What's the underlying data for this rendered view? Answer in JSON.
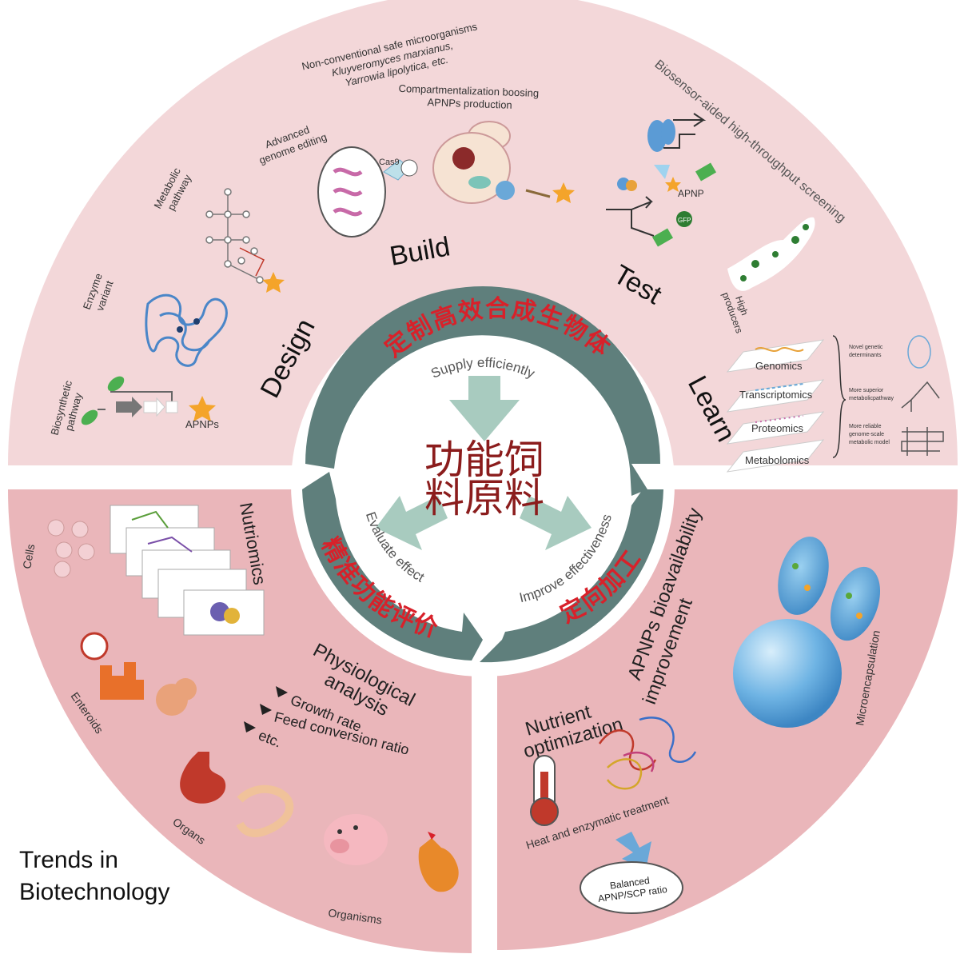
{
  "colors": {
    "top_sector": "#f3d7d9",
    "bottom_sector": "#eab6ba",
    "ring": "#5f7f7c",
    "arrows": "#a8cbbf",
    "chinese_red": "#d8212a",
    "center_text": "#8b1c1c"
  },
  "center": {
    "title_line1": "功能饲",
    "title_line2": "料原料",
    "arc_top_cn": "定制高效合成生物体",
    "arc_top_en": "Supply efficiently",
    "arc_left_cn": "精准功能评价",
    "arc_left_en": "Evaluate effect",
    "arc_right_cn": "定向加工",
    "arc_right_en": "Improve effectiveness"
  },
  "dbtl": {
    "design": "Design",
    "build": "Build",
    "test": "Test",
    "learn": "Learn"
  },
  "top_sector": {
    "biosynthetic_pathway_1": "Biosynthetic",
    "biosynthetic_pathway_2": "pathway",
    "apnps": "APNPs",
    "enzyme_variant_1": "Enzyme",
    "enzyme_variant_2": "variant",
    "metabolic_pathway_1": "Metabolic",
    "metabolic_pathway_2": "pathway",
    "genome_editing_1": "Advanced",
    "genome_editing_2": "genome editing",
    "cas9": "Cas9",
    "microorganisms_1": "Non-conventional safe microorganisms",
    "microorganisms_2": "Kluyveromyces marxianus,",
    "microorganisms_3": "Yarrowia lipolytica, etc.",
    "compartment_1": "Compartmentalization boosing",
    "compartment_2": "APNPs production",
    "biosensor": "Biosensor-aided high-throughput screening",
    "apnp": "APNP",
    "gfp": "GFP",
    "high_producers_1": "High",
    "high_producers_2": "producers",
    "omics": [
      "Genomics",
      "Transcriptomics",
      "Proteomics",
      "Metabolomics"
    ],
    "learn_notes": [
      [
        "Novel genetic",
        "determinants"
      ],
      [
        "More superior",
        "metabolicpathway"
      ],
      [
        "More reliable",
        "genome-scale",
        "metabolic model"
      ]
    ]
  },
  "left_sector": {
    "cells": "Cells",
    "nutriomics": "Nutriomics",
    "physiological_1": "Physiological",
    "physiological_2": "analysis",
    "metrics": [
      "Growth rate",
      "Feed conversion ratio",
      "etc."
    ],
    "enteroids": "Enteroids",
    "organs": "Organs",
    "organisms": "Organisms"
  },
  "right_sector": {
    "bioavailability_1": "APNPs bioavailability",
    "bioavailability_2": "improvement",
    "microencapsulation": "Microencapsulation",
    "nutrient_1": "Nutrient",
    "nutrient_2": "optimization",
    "heat_treatment": "Heat and enzymatic treatment",
    "balanced_1": "Balanced",
    "balanced_2": "APNP/SCP ratio"
  },
  "journal": {
    "line1": "Trends in",
    "line2": "Biotechnology"
  }
}
